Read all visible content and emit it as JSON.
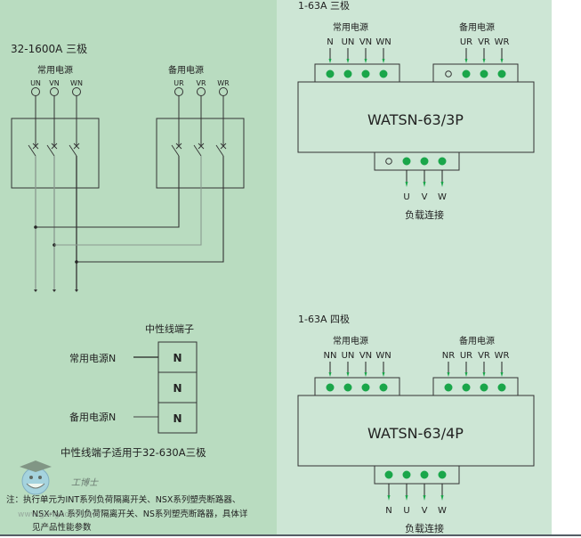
{
  "left": {
    "title": "32-1600A 三极",
    "normal_source": {
      "label": "常用电源",
      "terminals": [
        "UN",
        "VN",
        "WN"
      ]
    },
    "backup_source": {
      "label": "备用电源",
      "terminals": [
        "UR",
        "VR",
        "WR"
      ]
    },
    "neutral": {
      "title": "中性线端子",
      "normal_label": "常用电源N",
      "backup_label": "备用电源N",
      "cells": [
        "N",
        "N",
        "N"
      ],
      "caption": "中性线端子适用于32-630A三极"
    },
    "note_line1": "注：执行单元为INT系列负荷隔离开关、NSX系列塑壳断路器、",
    "note_line2": "NSX-NA 系列负荷隔离开关、NS系列塑壳断路器，具体详",
    "note_line3": "见产品性能参数",
    "watermark_brand": "工博士",
    "watermark_url": "www.gongboshi.com"
  },
  "right": {
    "three_pole": {
      "title": "1-63A 三极",
      "normal_label": "常用电源",
      "normal_terminals": [
        "N",
        "UN",
        "VN",
        "WN"
      ],
      "normal_filled": [
        true,
        true,
        true,
        true
      ],
      "backup_label": "备用电源",
      "backup_terminals": [
        "",
        "UR",
        "VR",
        "WR"
      ],
      "backup_filled": [
        false,
        true,
        true,
        true
      ],
      "model": "WATSN-63/3P",
      "load_terminals": [
        "",
        "U",
        "V",
        "W"
      ],
      "load_filled": [
        false,
        true,
        true,
        true
      ],
      "load_label": "负载连接"
    },
    "four_pole": {
      "title": "1-63A 四极",
      "normal_label": "常用电源",
      "normal_terminals": [
        "NN",
        "UN",
        "VN",
        "WN"
      ],
      "normal_filled": [
        true,
        true,
        true,
        true
      ],
      "backup_label": "备用电源",
      "backup_terminals": [
        "NR",
        "UR",
        "VR",
        "WR"
      ],
      "backup_filled": [
        true,
        true,
        true,
        true
      ],
      "model": "WATSN-63/4P",
      "load_terminals": [
        "N",
        "U",
        "V",
        "W"
      ],
      "load_filled": [
        true,
        true,
        true,
        true
      ],
      "load_label": "负载连接"
    }
  },
  "colors": {
    "terminal_green": "#1aa64a",
    "wire": "#333333",
    "wire_gray": "#8a9a90"
  }
}
